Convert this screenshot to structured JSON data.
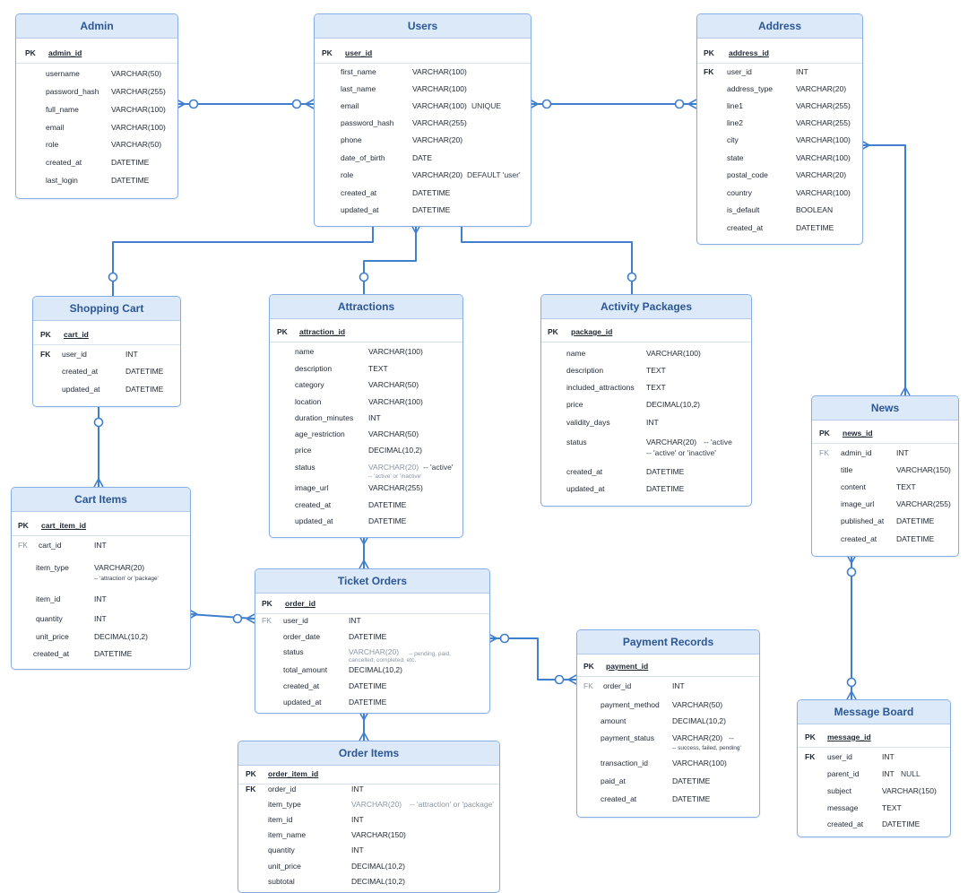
{
  "entities": {
    "admin": {
      "title": "Admin",
      "pk": {
        "label": "PK",
        "name": "admin_id"
      },
      "fields": [
        {
          "name": "username",
          "type": "VARCHAR(50)"
        },
        {
          "name": "password_hash",
          "type": "VARCHAR(255)"
        },
        {
          "name": "full_name",
          "type": "VARCHAR(100)"
        },
        {
          "name": "email",
          "type": "VARCHAR(100)"
        },
        {
          "name": "role",
          "type": "VARCHAR(50)"
        },
        {
          "name": "created_at",
          "type": "DATETIME"
        },
        {
          "name": "last_login",
          "type": "DATETIME"
        }
      ]
    },
    "users": {
      "title": "Users",
      "pk": {
        "label": "PK",
        "name": "user_id"
      },
      "fields": [
        {
          "name": "first_name",
          "type": "VARCHAR(100)"
        },
        {
          "name": "last_name",
          "type": "VARCHAR(100)"
        },
        {
          "name": "email",
          "type": "VARCHAR(100)",
          "note": "UNIQUE"
        },
        {
          "name": "password_hash",
          "type": "VARCHAR(255)"
        },
        {
          "name": "phone",
          "type": "VARCHAR(20)"
        },
        {
          "name": "date_of_birth",
          "type": "DATE"
        },
        {
          "name": "role",
          "type": "VARCHAR(20)",
          "note": "DEFAULT 'user'"
        },
        {
          "name": "created_at",
          "type": "DATETIME"
        },
        {
          "name": "updated_at",
          "type": "DATETIME"
        }
      ]
    },
    "address": {
      "title": "Address",
      "pk": {
        "label": "PK",
        "name": "address_id"
      },
      "fields": [
        {
          "key": "FK",
          "name": "user_id",
          "type": "INT"
        },
        {
          "name": "address_type",
          "type": "VARCHAR(20)"
        },
        {
          "name": "line1",
          "type": "VARCHAR(255)"
        },
        {
          "name": "line2",
          "type": "VARCHAR(255)"
        },
        {
          "name": "city",
          "type": "VARCHAR(100)"
        },
        {
          "name": "state",
          "type": "VARCHAR(100)"
        },
        {
          "name": "postal_code",
          "type": "VARCHAR(20)"
        },
        {
          "name": "country",
          "type": "VARCHAR(100)"
        },
        {
          "name": "is_default",
          "type": "BOOLEAN"
        },
        {
          "name": "created_at",
          "type": "DATETIME"
        }
      ]
    },
    "shopping_cart": {
      "title": "Shopping Cart",
      "pk": {
        "label": "PK",
        "name": "cart_id"
      },
      "fields": [
        {
          "key": "FK",
          "name": "user_id",
          "type": "INT"
        },
        {
          "name": "created_at",
          "type": "DATETIME"
        },
        {
          "name": "updated_at",
          "type": "DATETIME"
        }
      ]
    },
    "attractions": {
      "title": "Attractions",
      "pk": {
        "label": "PK",
        "name": "attraction_id"
      },
      "fields": [
        {
          "name": "name",
          "type": "VARCHAR(100)"
        },
        {
          "name": "description",
          "type": "TEXT"
        },
        {
          "name": "category",
          "type": "VARCHAR(50)"
        },
        {
          "name": "location",
          "type": "VARCHAR(100)"
        },
        {
          "name": "duration_minutes",
          "type": "INT"
        },
        {
          "name": "age_restriction",
          "type": "VARCHAR(50)"
        },
        {
          "name": "price",
          "type": "DECIMAL(10,2)"
        },
        {
          "name": "status",
          "type": "VARCHAR(20)",
          "note": "-- 'active'",
          "note2": "-- 'active' or 'inactive'"
        },
        {
          "name": "image_url",
          "type": "VARCHAR(255)"
        },
        {
          "name": "created_at",
          "type": "DATETIME"
        },
        {
          "name": "updated_at",
          "type": "DATETIME"
        }
      ]
    },
    "activity_packages": {
      "title": "Activity Packages",
      "pk": {
        "label": "PK",
        "name": "package_id"
      },
      "fields": [
        {
          "name": "name",
          "type": "VARCHAR(100)"
        },
        {
          "name": "description",
          "type": "TEXT"
        },
        {
          "name": "included_attractions",
          "type": "TEXT"
        },
        {
          "name": "price",
          "type": "DECIMAL(10,2)"
        },
        {
          "name": "validity_days",
          "type": "INT"
        },
        {
          "name": "status",
          "type": "VARCHAR(20)",
          "note": "-- 'active",
          "note2": "-- 'active' or 'inactive'"
        },
        {
          "name": "created_at",
          "type": "DATETIME"
        },
        {
          "name": "updated_at",
          "type": "DATETIME"
        }
      ]
    },
    "news": {
      "title": "News",
      "pk": {
        "label": "PK",
        "name": "news_id"
      },
      "fields": [
        {
          "key": "FK",
          "name": "admin_id",
          "type": "INT"
        },
        {
          "name": "title",
          "type": "VARCHAR(150)"
        },
        {
          "name": "content",
          "type": "TEXT"
        },
        {
          "name": "image_url",
          "type": "VARCHAR(255)"
        },
        {
          "name": "published_at",
          "type": "DATETIME"
        },
        {
          "name": "created_at",
          "type": "DATETIME"
        }
      ]
    },
    "cart_items": {
      "title": "Cart Items",
      "pk": {
        "label": "PK",
        "name": "cart_item_id"
      },
      "fields": [
        {
          "key": "FK",
          "name": "cart_id",
          "type": "INT"
        },
        {
          "name": "item_type",
          "type": "VARCHAR(20)",
          "note2": "-- 'attraction' or 'package'"
        },
        {
          "name": "item_id",
          "type": "INT"
        },
        {
          "name": "quantity",
          "type": "INT"
        },
        {
          "name": "unit_price",
          "type": "DECIMAL(10,2)"
        },
        {
          "name": "created_at",
          "type": "DATETIME"
        }
      ]
    },
    "ticket_orders": {
      "title": "Ticket Orders",
      "pk": {
        "label": "PK",
        "name": "order_id"
      },
      "fields": [
        {
          "key": "FK",
          "name": "user_id",
          "type": "INT"
        },
        {
          "name": "order_date",
          "type": "DATETIME"
        },
        {
          "name": "status",
          "type": "VARCHAR(20)",
          "note": "-- pending, paid, ",
          "note2": "cancelled, completed, etc."
        },
        {
          "name": "total_amount",
          "type": "DECIMAL(10,2)"
        },
        {
          "name": "created_at",
          "type": "DATETIME"
        },
        {
          "name": "updated_at",
          "type": "DATETIME"
        }
      ]
    },
    "payment_records": {
      "title": "Payment Records",
      "pk": {
        "label": "PK",
        "name": "payment_id"
      },
      "fields": [
        {
          "key": "FK",
          "name": "order_id",
          "type": "INT"
        },
        {
          "name": "payment_method",
          "type": "VARCHAR(50)"
        },
        {
          "name": "amount",
          "type": "DECIMAL(10,2)"
        },
        {
          "name": "payment_status",
          "type": "VARCHAR(20)",
          "note": "--",
          "note2": "-- success, failed, pending'"
        },
        {
          "name": "transaction_id",
          "type": "VARCHAR(100)"
        },
        {
          "name": "paid_at",
          "type": "DATETIME"
        },
        {
          "name": "created_at",
          "type": "DATETIME"
        }
      ]
    },
    "order_items": {
      "title": "Order Items",
      "pk": {
        "label": "PK",
        "name": "order_item_id"
      },
      "fields": [
        {
          "key": "FK",
          "name": "order_id",
          "type": "INT"
        },
        {
          "name": "item_type",
          "type": "VARCHAR(20)",
          "note": "-- 'attraction' or 'package'"
        },
        {
          "name": "item_id",
          "type": "INT"
        },
        {
          "name": "item_name",
          "type": "VARCHAR(150)"
        },
        {
          "name": "quantity",
          "type": "INT"
        },
        {
          "name": "unit_price",
          "type": "DECIMAL(10,2)"
        },
        {
          "name": "subtotal",
          "type": "DECIMAL(10,2)"
        }
      ]
    },
    "message_board": {
      "title": "Message Board",
      "pk": {
        "label": "PK",
        "name": "message_id"
      },
      "fields": [
        {
          "key": "FK",
          "name": "user_id",
          "type": "INT"
        },
        {
          "name": "parent_id",
          "type": "INT",
          "note": "NULL"
        },
        {
          "name": "subject",
          "type": "VARCHAR(150)"
        },
        {
          "name": "message",
          "type": "TEXT"
        },
        {
          "name": "created_at",
          "type": "DATETIME"
        }
      ]
    }
  },
  "colors": {
    "line": "#3f7fce",
    "border": "#86aee3",
    "header_bg": "#dce9f8",
    "title": "#2b5796"
  },
  "icons": {
    "many_end": "crow-foot-icon",
    "zero_end": "circle-icon"
  }
}
